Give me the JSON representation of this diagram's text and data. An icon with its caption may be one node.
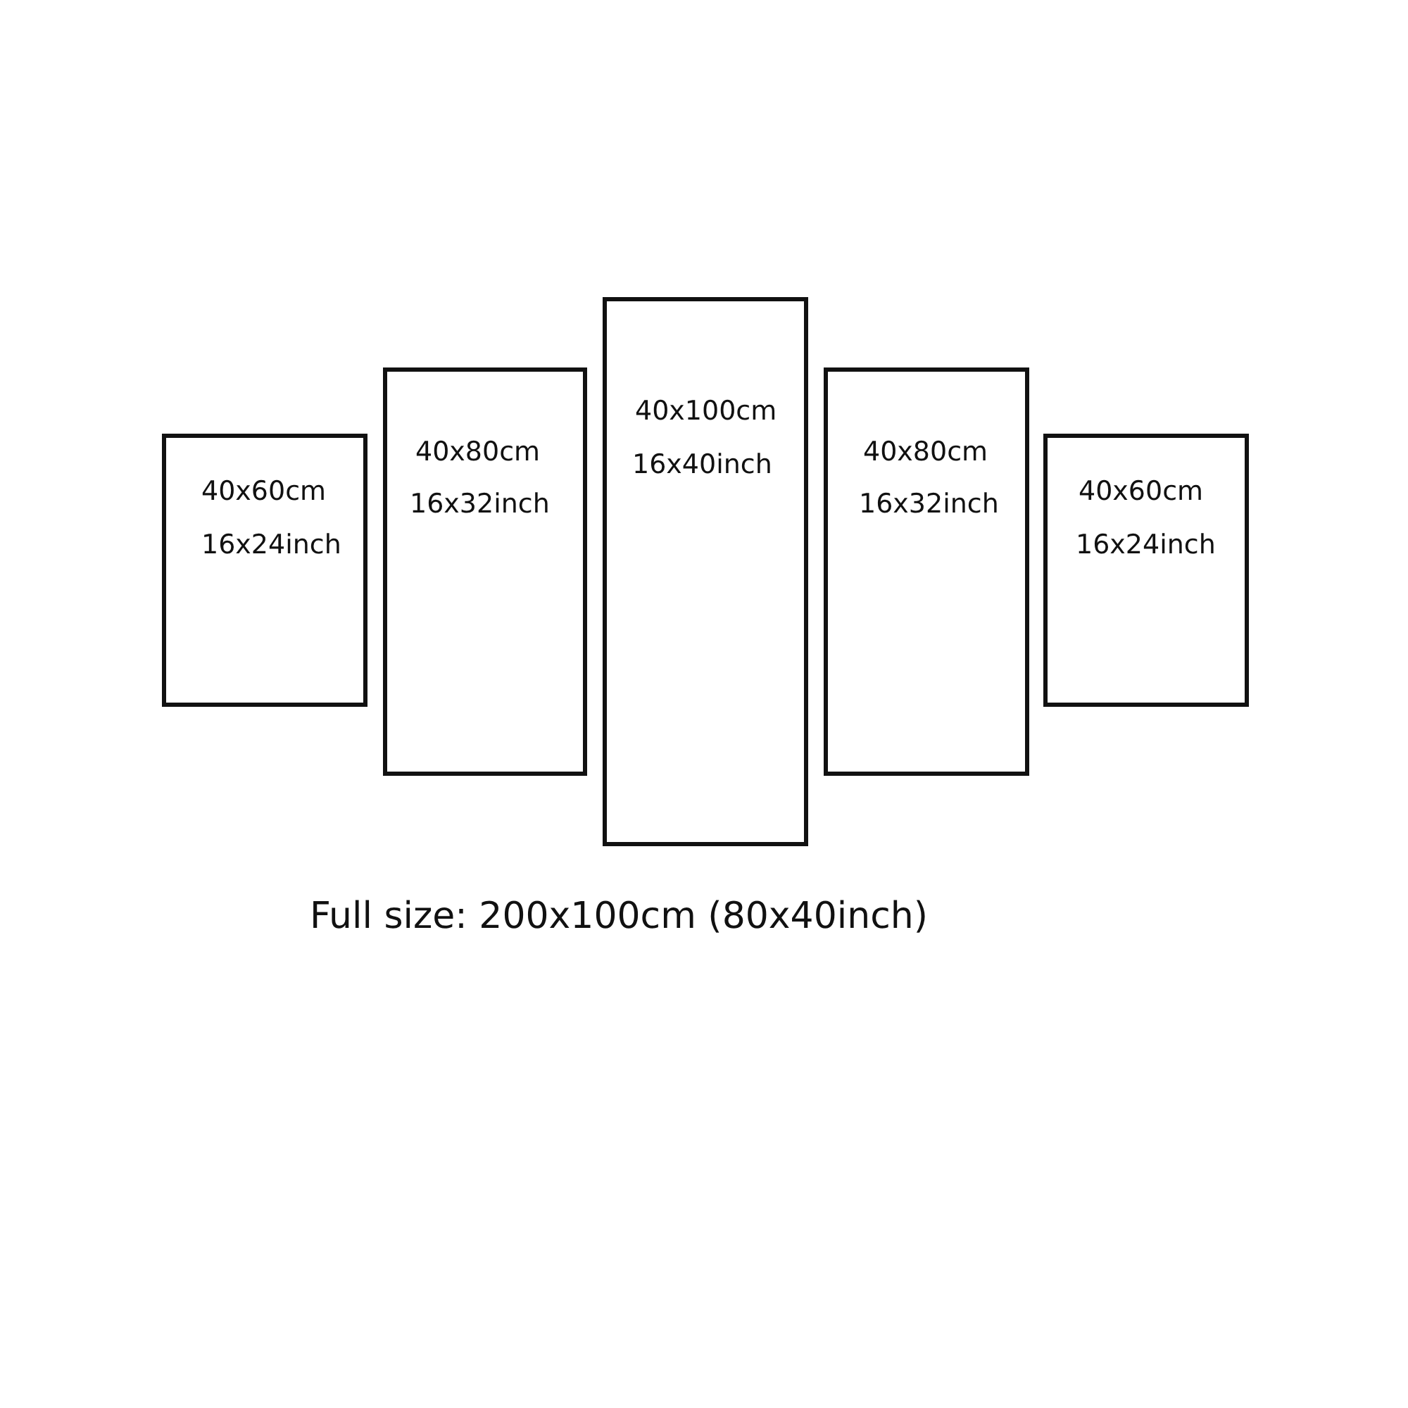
{
  "diagram": {
    "caption": "Full size: 200x100cm (80x40inch)",
    "nodes": [
      {
        "text": [
          "40x60cm",
          "16x24inch"
        ]
      },
      {
        "text": [
          "40x80cm",
          "16x32inch"
        ]
      },
      {
        "text": [
          "40x100cm",
          "16x40inch"
        ]
      },
      {
        "text": [
          "40x80cm",
          "16x32inch"
        ]
      },
      {
        "text": [
          "40x60cm",
          "16x24inch"
        ]
      }
    ]
  }
}
